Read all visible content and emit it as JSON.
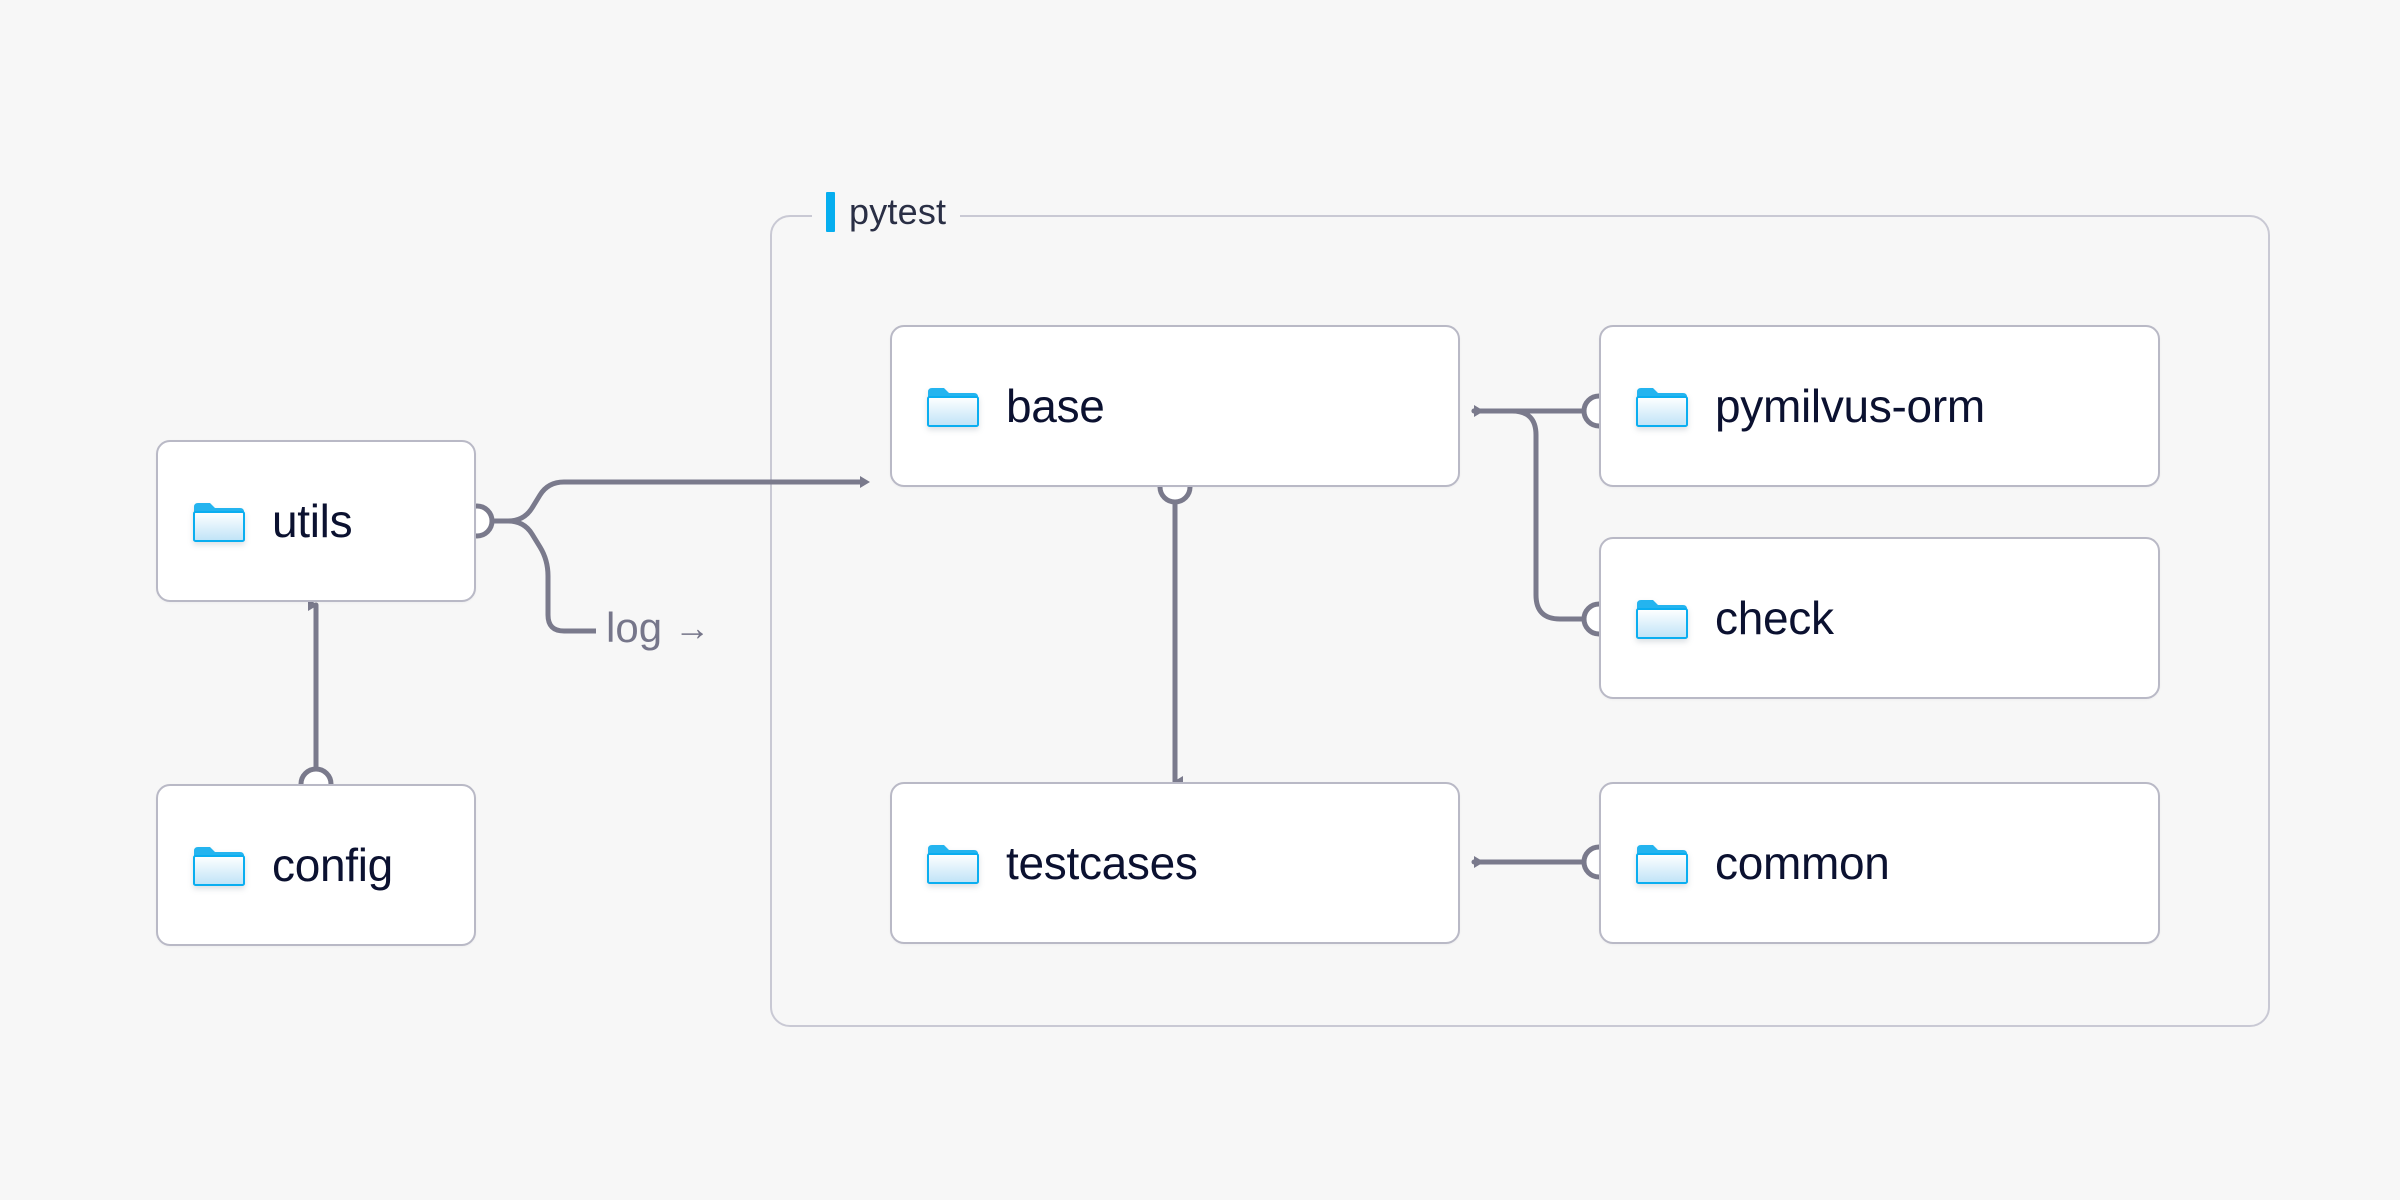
{
  "diagram": {
    "background": "#f7f7f7",
    "accent_color": "#06aeef",
    "edge_color": "#7a7a8c",
    "node_border_color": "#b9b9c6",
    "node_text_color": "#0b1130"
  },
  "group": {
    "label": "pytest",
    "accent_color": "#06aeef"
  },
  "nodes": [
    {
      "id": "utils",
      "label": "utils",
      "icon": "folder-icon"
    },
    {
      "id": "config",
      "label": "config",
      "icon": "folder-icon"
    },
    {
      "id": "base",
      "label": "base",
      "icon": "folder-icon"
    },
    {
      "id": "testcases",
      "label": "testcases",
      "icon": "folder-icon"
    },
    {
      "id": "pymilvus-orm",
      "label": "pymilvus-orm",
      "icon": "folder-icon"
    },
    {
      "id": "check",
      "label": "check",
      "icon": "folder-icon"
    },
    {
      "id": "common",
      "label": "common",
      "icon": "folder-icon"
    }
  ],
  "edges": [
    {
      "id": "utils-base",
      "from": "utils",
      "to": "base",
      "label": ""
    },
    {
      "id": "utils-log",
      "from": "utils",
      "to": "",
      "label": "log",
      "label_arrow": "→"
    },
    {
      "id": "config-utils",
      "from": "config",
      "to": "utils",
      "label": ""
    },
    {
      "id": "base-testcases",
      "from": "base",
      "to": "testcases",
      "label": ""
    },
    {
      "id": "pymilvus-orm-base",
      "from": "pymilvus-orm",
      "to": "base",
      "label": ""
    },
    {
      "id": "check-base",
      "from": "check",
      "to": "base",
      "label": ""
    },
    {
      "id": "common-testcases",
      "from": "common",
      "to": "testcases",
      "label": ""
    }
  ]
}
